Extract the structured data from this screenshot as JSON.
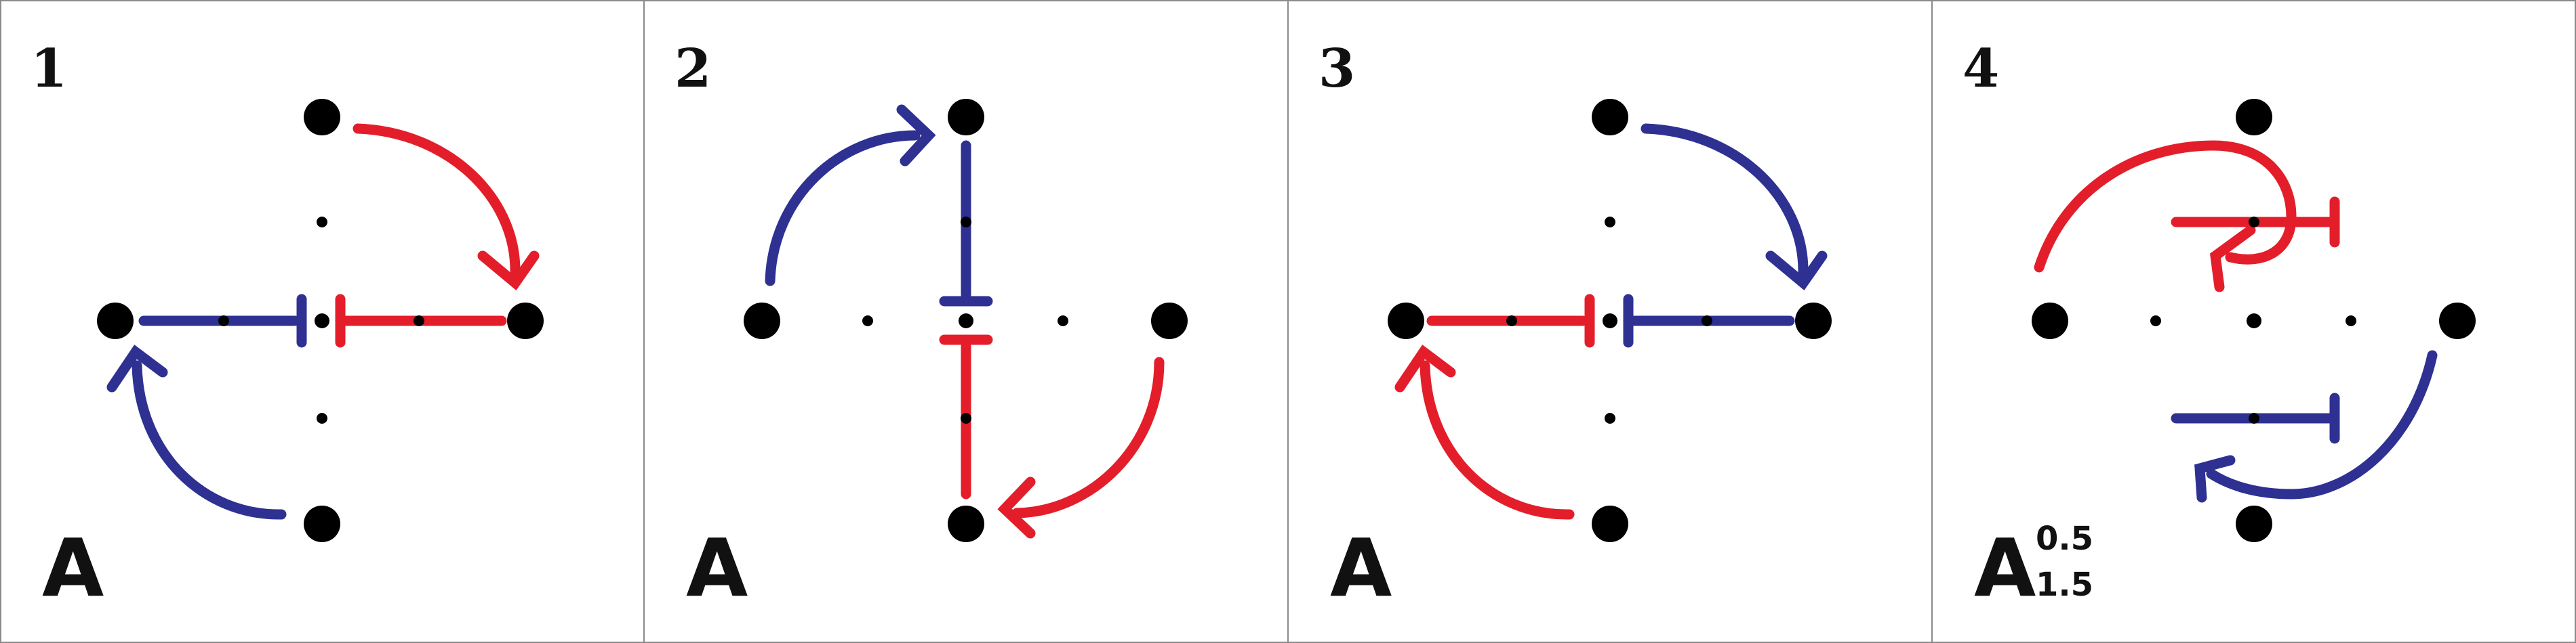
{
  "colors": {
    "activator": "#e31e2a",
    "inhibitor": "#2e3191",
    "node": "#000000",
    "border": "#8a8a8a"
  },
  "panels": [
    {
      "number": "1",
      "label": "A",
      "sub_top": "",
      "sub_bottom": ""
    },
    {
      "number": "2",
      "label": "A",
      "sub_top": "",
      "sub_bottom": ""
    },
    {
      "number": "3",
      "label": "A",
      "sub_top": "",
      "sub_bottom": ""
    },
    {
      "number": "4",
      "label": "A",
      "sub_top": "0.5",
      "sub_bottom": "1.5"
    }
  ]
}
